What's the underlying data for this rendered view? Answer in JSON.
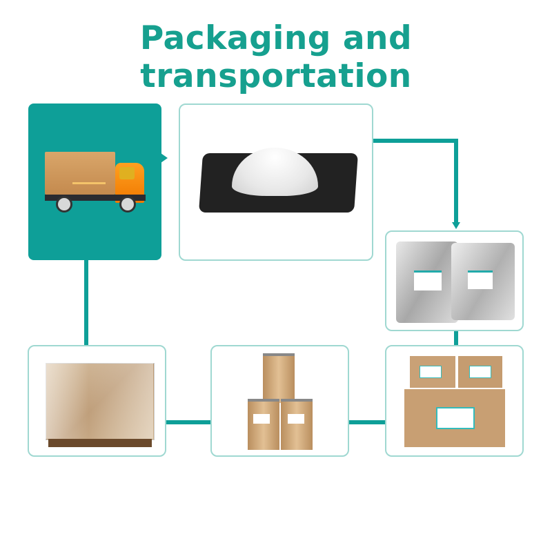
{
  "title": "Packaging and transportation",
  "colors": {
    "accent": "#0e9f98",
    "title": "#16a08f",
    "border": "#9fd8d1"
  },
  "steps": [
    {
      "icon": "delivery-truck-icon"
    },
    {
      "icon": "powder-on-tray-image"
    },
    {
      "icon": "foil-bags-image"
    },
    {
      "icon": "cardboard-boxes-image"
    },
    {
      "icon": "fiber-drums-image"
    },
    {
      "icon": "wrapped-pallet-image"
    }
  ]
}
